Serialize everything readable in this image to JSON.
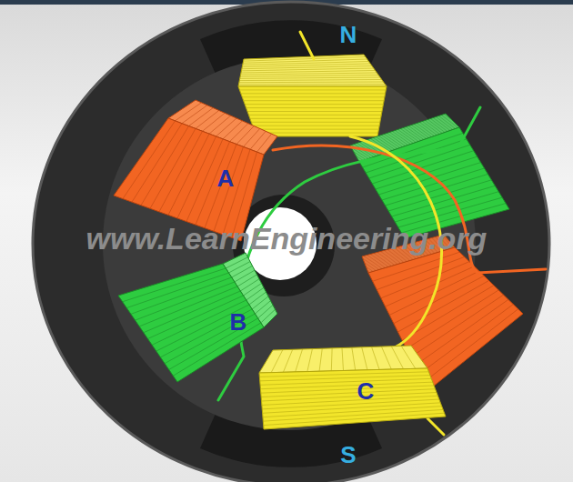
{
  "diagram": {
    "nodes": [
      {
        "text": [
          "A"
        ]
      },
      {
        "text": [
          "B"
        ]
      },
      {
        "text": [
          "C"
        ]
      }
    ],
    "labels": [
      "N",
      "S",
      "www.LearnEngineering.org"
    ]
  }
}
